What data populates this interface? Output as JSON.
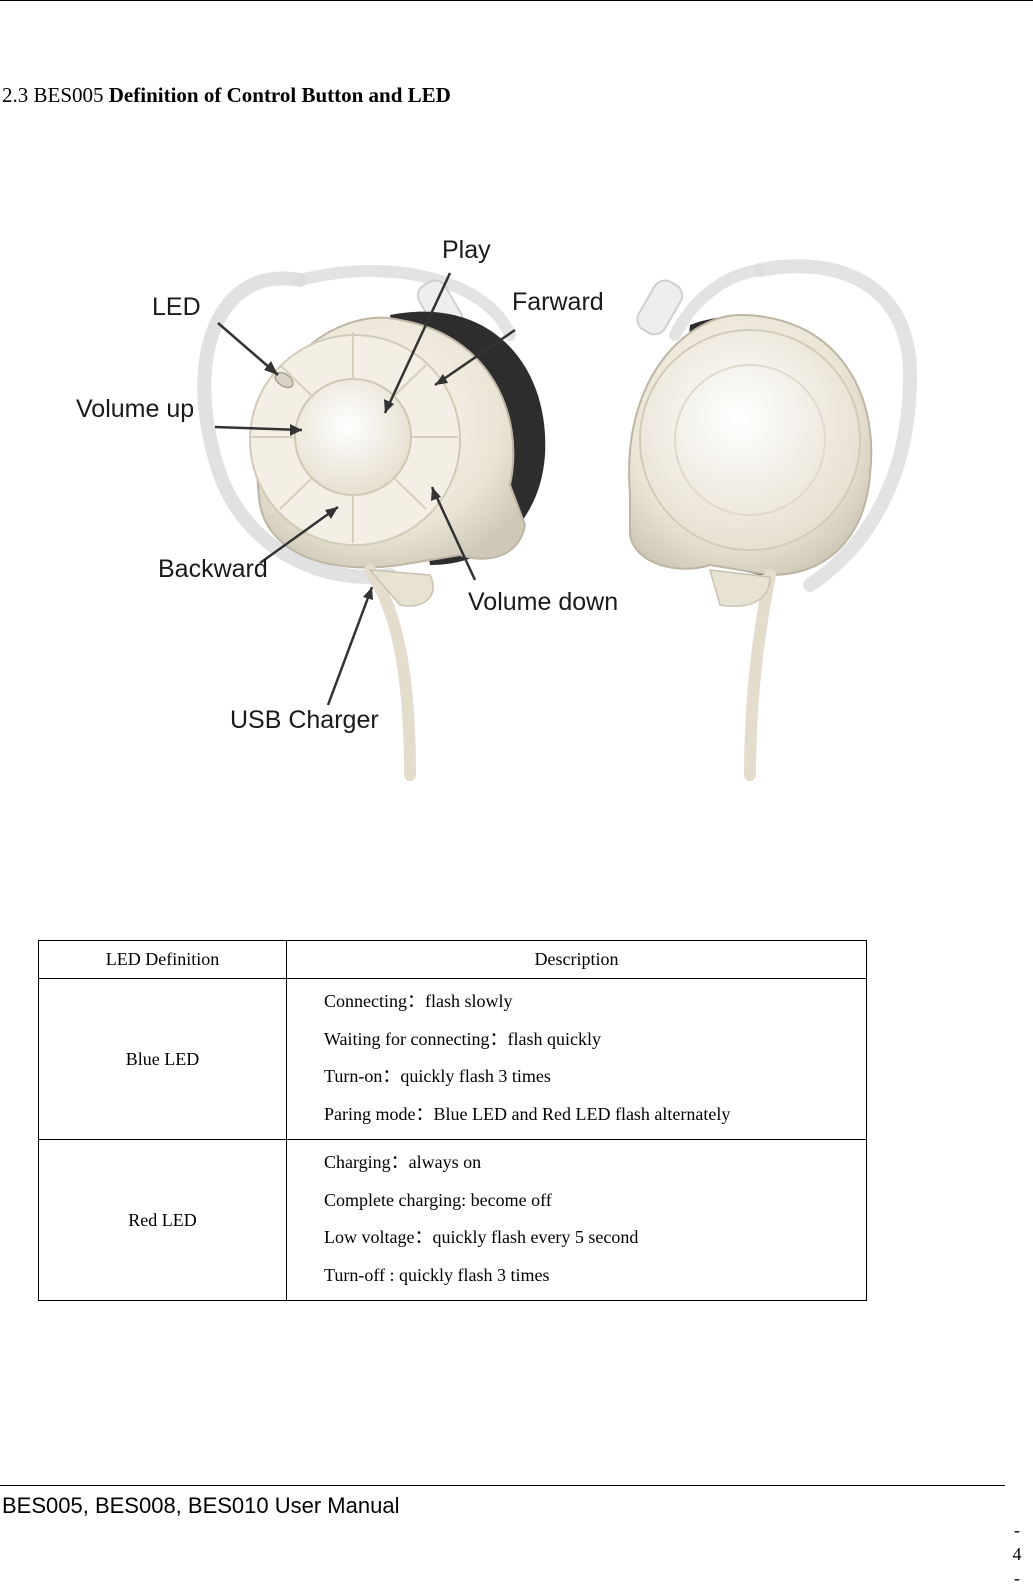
{
  "section": {
    "number": "2.3 BES005",
    "title": "Definition of Control Button and LED"
  },
  "figure": {
    "callouts": {
      "led": "LED",
      "volume_up": "Volume up",
      "play": "Play",
      "forward": "Farward",
      "backward": "Backward",
      "volume_down": "Volume down",
      "usb_charger": "USB Charger"
    }
  },
  "table": {
    "headers": [
      "LED Definition",
      "Description"
    ],
    "rows": [
      {
        "definition": "Blue LED",
        "lines": [
          "Connecting：flash slowly",
          "Waiting for connecting：flash quickly",
          "Turn-on：quickly flash 3 times",
          "Paring mode：Blue LED and Red LED flash alternately"
        ]
      },
      {
        "definition": "Red LED",
        "lines": [
          "Charging：always on",
          "Complete charging: become off",
          "Low voltage：quickly flash every 5 second",
          "Turn-off : quickly flash 3 times"
        ]
      }
    ]
  },
  "footer": {
    "manual_title": "BES005, BES008, BES010 User Manual",
    "page": [
      "-",
      "4",
      "-"
    ]
  }
}
